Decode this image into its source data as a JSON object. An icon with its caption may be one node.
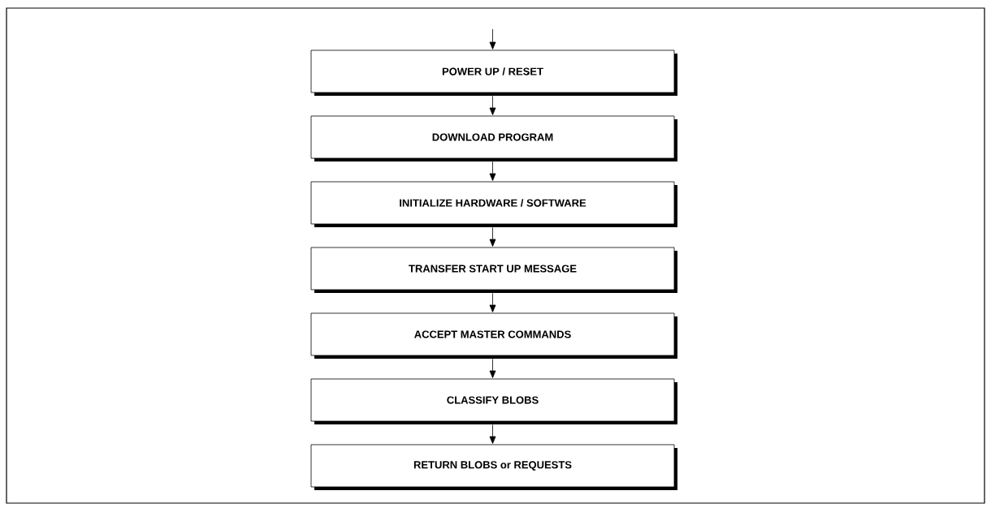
{
  "diagram": {
    "nodes": [
      {
        "text": [
          "POWER UP / RESET"
        ]
      },
      {
        "text": [
          "DOWNLOAD PROGRAM"
        ]
      },
      {
        "text": [
          "INITIALIZE HARDWARE / SOFTWARE"
        ]
      },
      {
        "text": [
          "TRANSFER START UP MESSAGE"
        ]
      },
      {
        "text": [
          "ACCEPT MASTER COMMANDS"
        ]
      },
      {
        "text": [
          "CLASSIFY BLOBS"
        ]
      },
      {
        "text": [
          "RETURN BLOBS or REQUESTS"
        ]
      }
    ],
    "edges": [
      {
        "from": null,
        "to": 0,
        "arrow": "to"
      },
      {
        "from": 0,
        "to": 1,
        "arrow": "to"
      },
      {
        "from": 1,
        "to": 2,
        "arrow": "to"
      },
      {
        "from": 2,
        "to": 3,
        "arrow": "to"
      },
      {
        "from": 3,
        "to": 4,
        "arrow": "to"
      },
      {
        "from": 4,
        "to": 5,
        "arrow": "to"
      },
      {
        "from": 5,
        "to": 6,
        "arrow": "to"
      }
    ]
  }
}
